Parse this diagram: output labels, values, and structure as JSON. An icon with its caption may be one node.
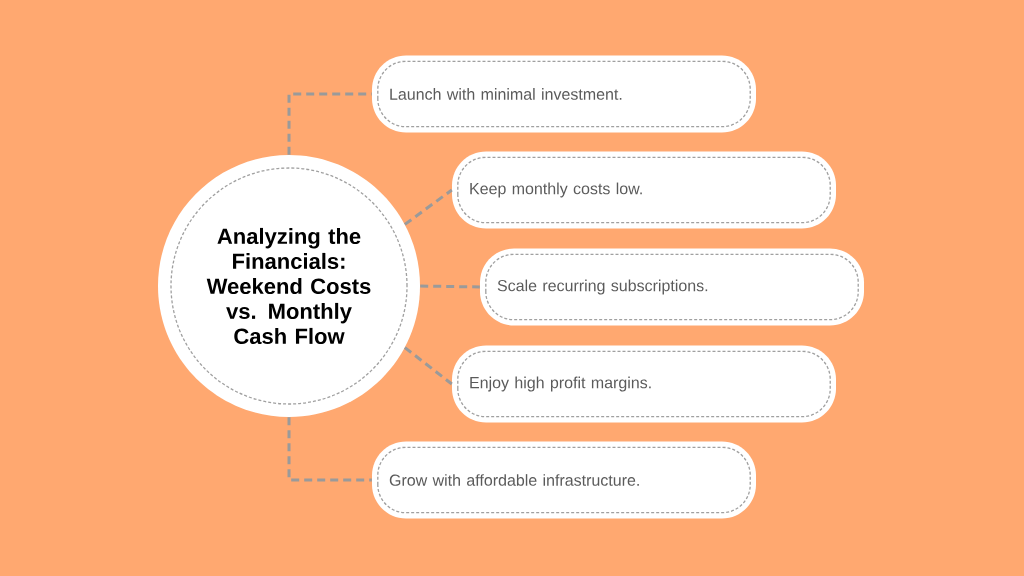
{
  "diagram": {
    "nodes": [
      {
        "text": [
          "Analyzing the Financials: Weekend Costs vs. Monthly Cash Flow"
        ]
      },
      {
        "text": [
          "Launch with minimal investment."
        ]
      },
      {
        "text": [
          "Keep monthly costs low."
        ]
      },
      {
        "text": [
          "Scale recurring subscriptions."
        ]
      },
      {
        "text": [
          "Enjoy high profit margins."
        ]
      },
      {
        "text": [
          "Grow with affordable infrastructure."
        ]
      }
    ],
    "edges": [
      {
        "from": 0,
        "to": 1,
        "arrow": "none"
      },
      {
        "from": 0,
        "to": 2,
        "arrow": "none"
      },
      {
        "from": 0,
        "to": 3,
        "arrow": "none"
      },
      {
        "from": 0,
        "to": 4,
        "arrow": "none"
      },
      {
        "from": 0,
        "to": 5,
        "arrow": "none"
      }
    ]
  }
}
